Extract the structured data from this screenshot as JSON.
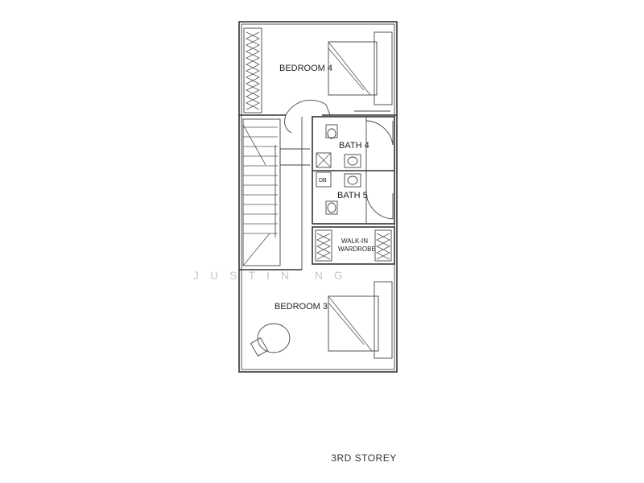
{
  "plan": {
    "rooms": {
      "bedroom4": "BEDROOM 4",
      "bath4": "BATH 4",
      "bath5": "BATH 5",
      "db": "DB",
      "walkin_line1": "WALK-IN",
      "walkin_line2": "WARDROBE",
      "bedroom3": "BEDROOM 3"
    },
    "watermark": "JUSTIN NG",
    "caption": "3RD STOREY"
  },
  "colors": {
    "line": "#333333",
    "watermark": "#c8c8c8",
    "background": "#ffffff"
  }
}
